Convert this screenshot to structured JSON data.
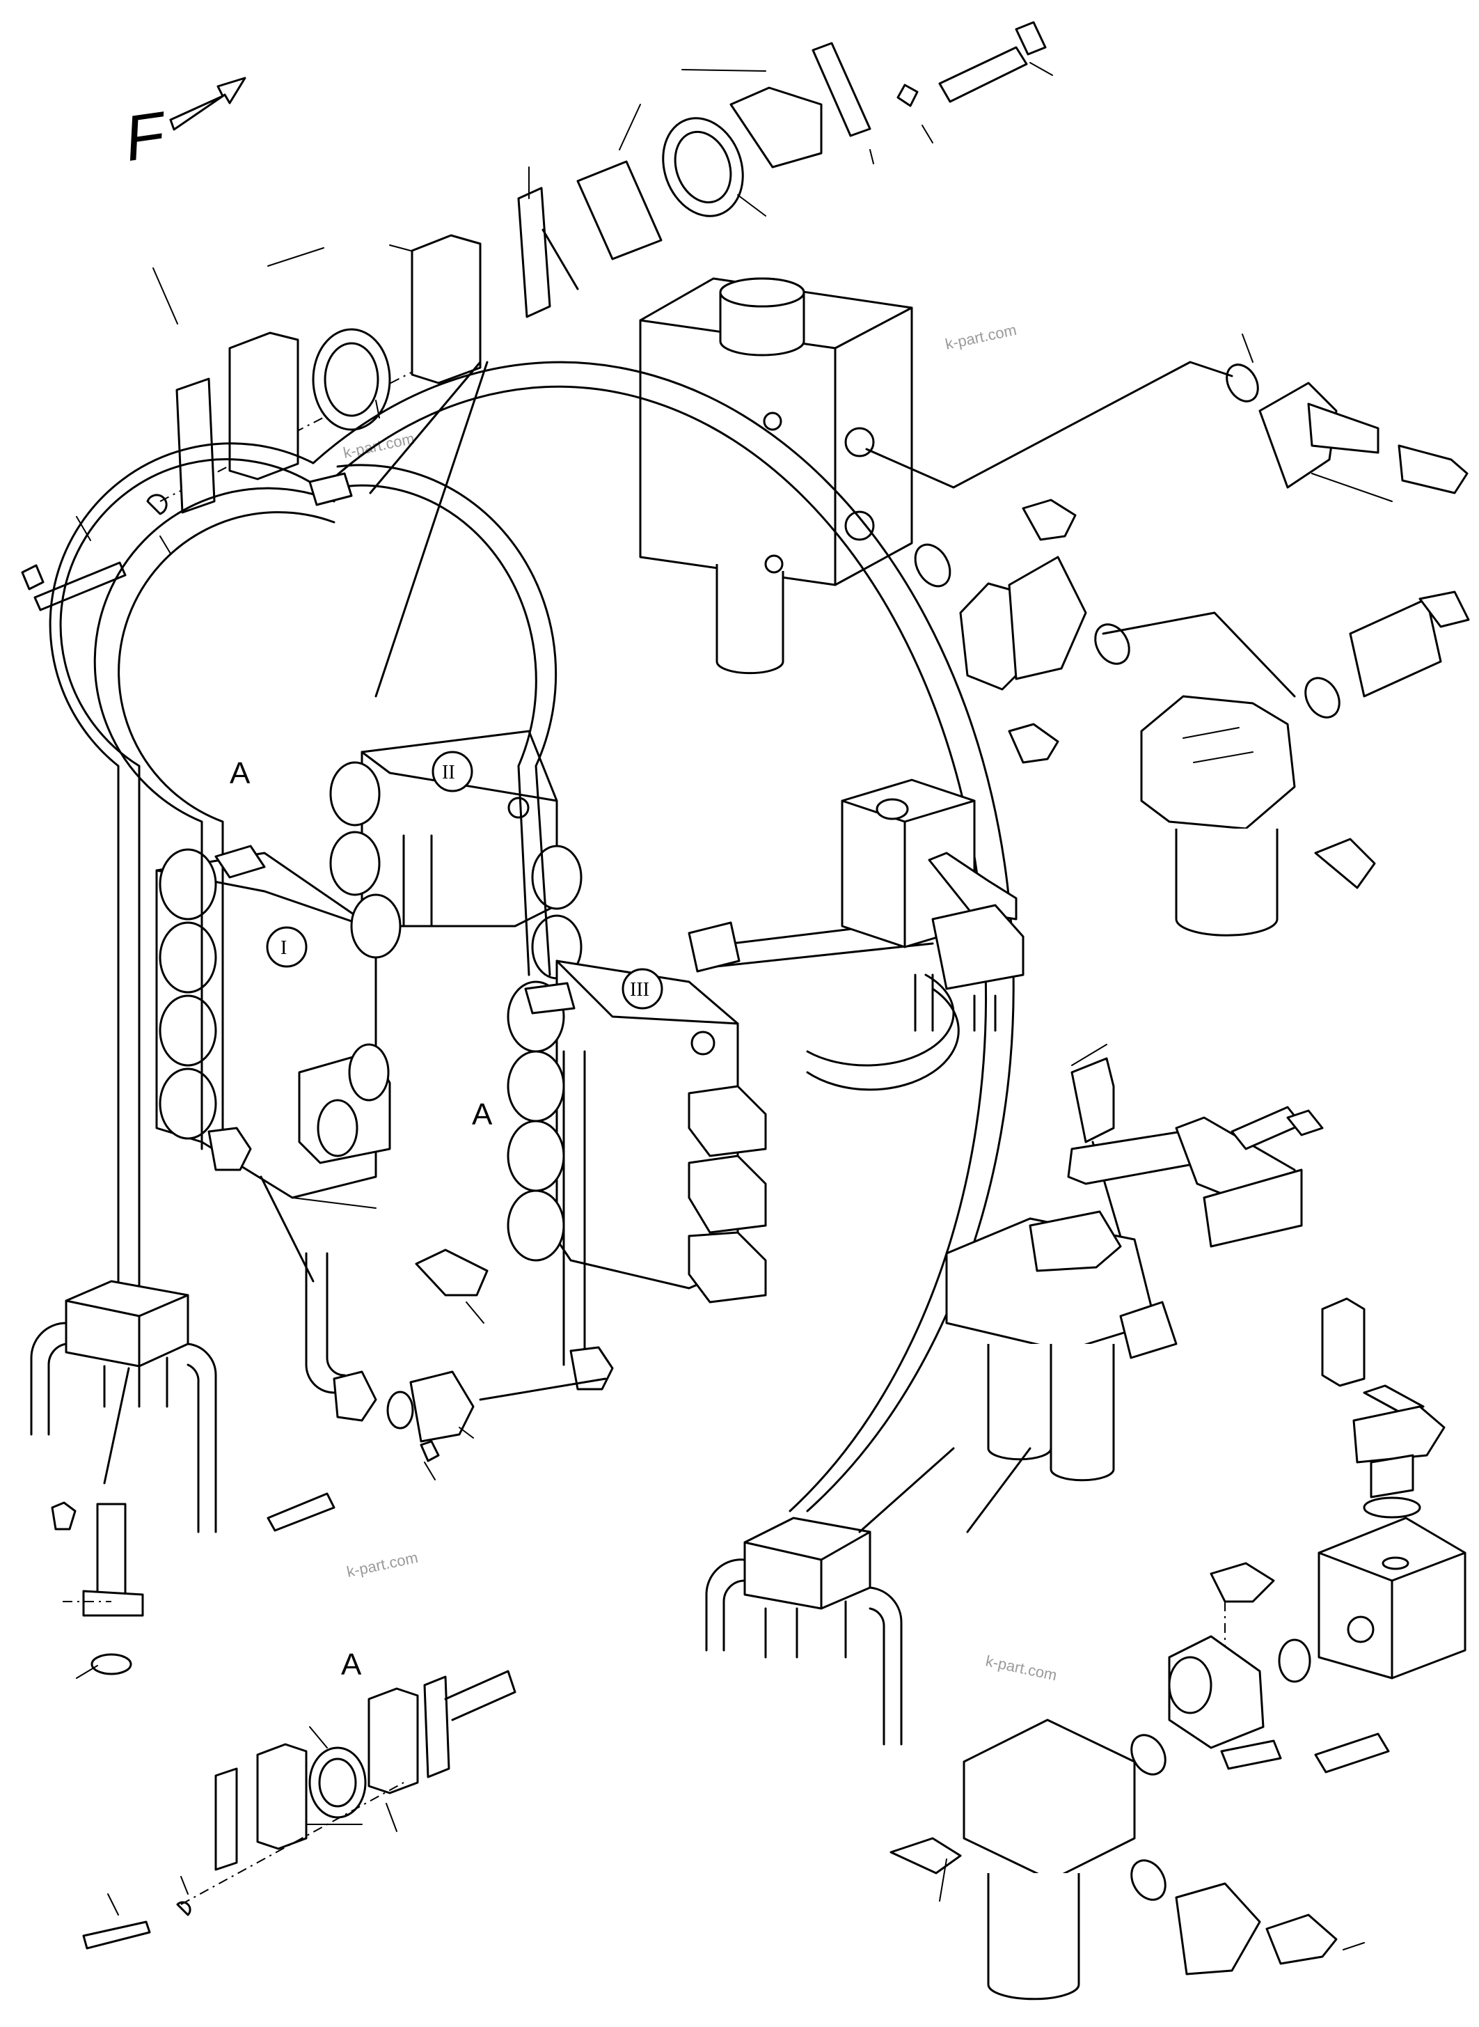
{
  "labels": {
    "view_f": "F",
    "detail_a": "A",
    "valve_1": "I",
    "valve_2": "II",
    "valve_3": "III"
  },
  "watermark": "k-part.com",
  "colors": {
    "ink": "#000000",
    "paper": "#ffffff",
    "watermark": "#9a9a9a"
  }
}
